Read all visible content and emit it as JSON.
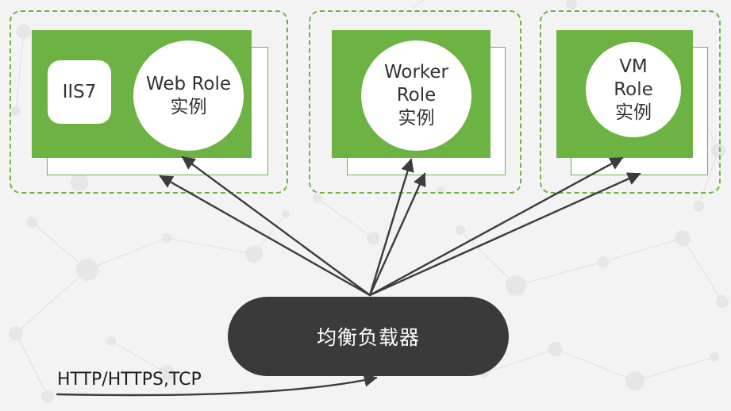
{
  "roles": [
    {
      "key": "web",
      "label": "Web Role\n实例"
    },
    {
      "key": "worker",
      "label": "Worker\nRole\n实例"
    },
    {
      "key": "vm",
      "label": "VM\nRole\n实例"
    }
  ],
  "iis_label": "IIS7",
  "load_balancer_label": "均衡负载器",
  "protocol_label": "HTTP/HTTPS,TCP",
  "colors": {
    "green": "#6db344",
    "load_balancer": "#3a3a3a",
    "arrow": "#3c3c3c",
    "background": "#f3f3f3"
  }
}
